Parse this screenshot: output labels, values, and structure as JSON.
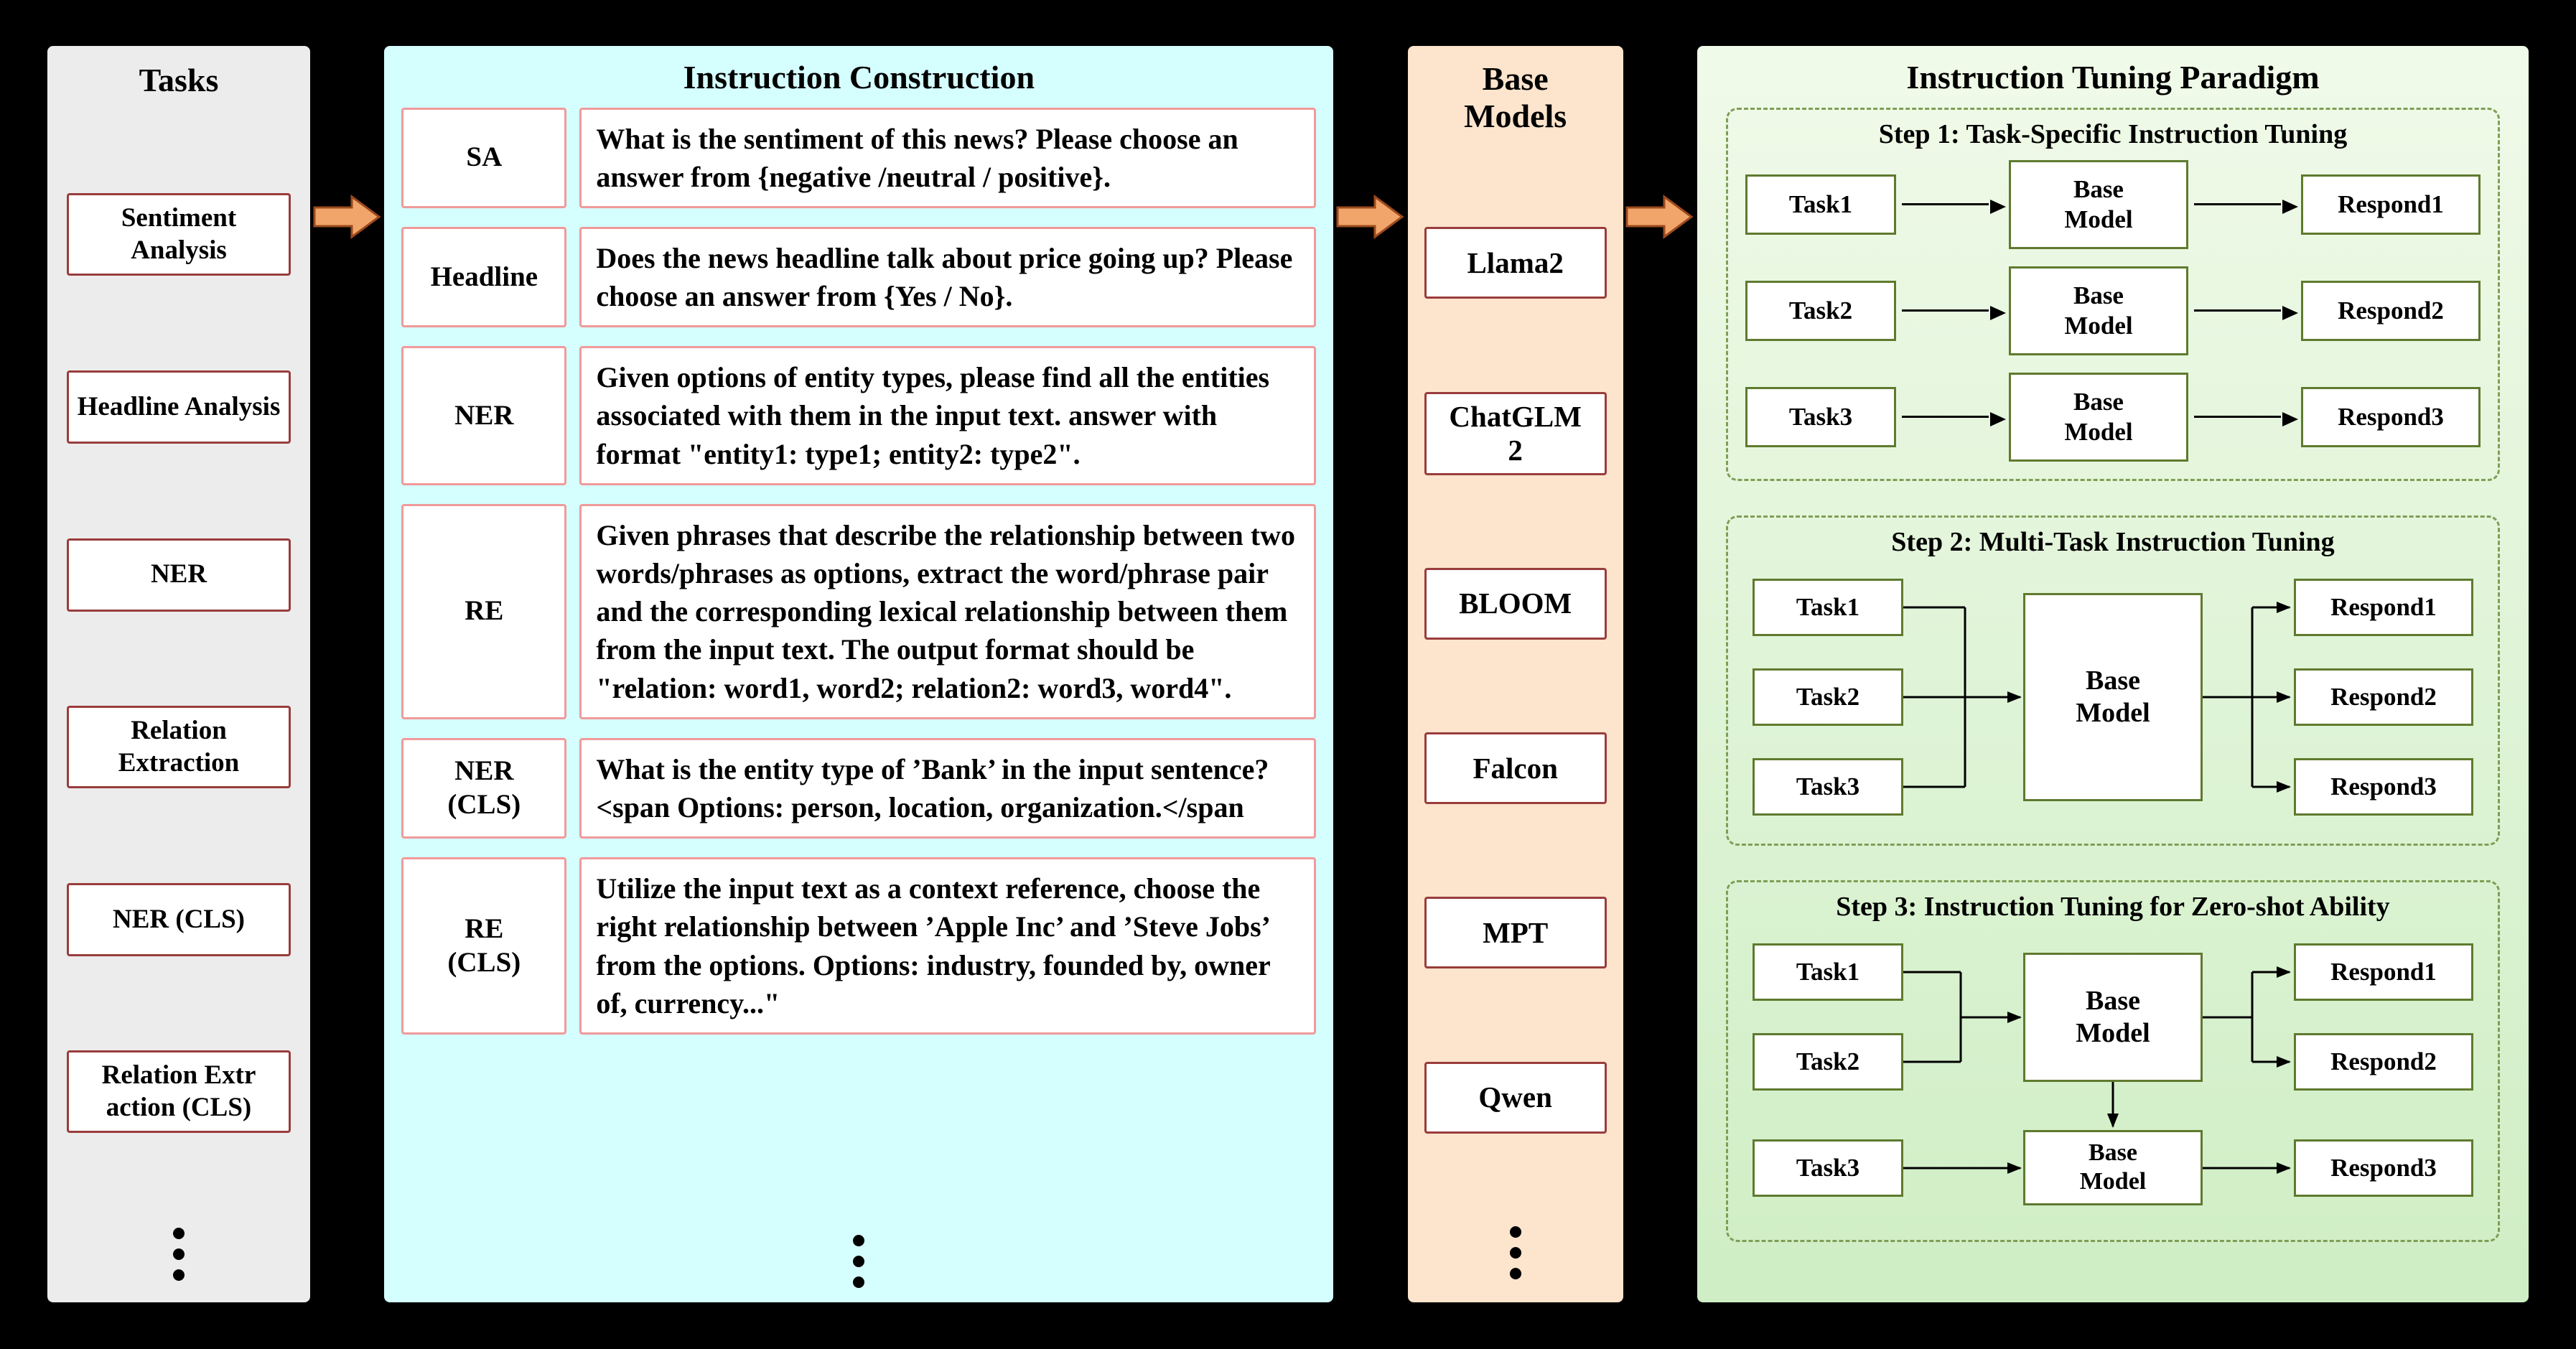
{
  "tasks": {
    "title": "Tasks",
    "items": [
      "Sentiment Analysis",
      "Headline Analysis",
      "NER",
      "Relation Extraction",
      "NER (CLS)",
      "Relation Extr\naction (CLS)"
    ],
    "ellipsis": "⋮"
  },
  "instruction": {
    "title": "Instruction Construction",
    "rows": [
      {
        "label": "SA",
        "text": "What is the sentiment of this news? Please choose an answer from {negative /neutral / positive}."
      },
      {
        "label": "Headline",
        "text": "Does the news headline talk about price going up? Please choose an answer from {Yes / No}."
      },
      {
        "label": "NER",
        "text": "Given options of entity types, please find all the entities associated with them in the input text. answer with format \"entity1: type1; entity2: type2\"."
      },
      {
        "label": "RE",
        "text": "Given phrases that describe the relationship between two words/phrases as options, extract the word/phrase pair and the corresponding lexical relationship between them from the input text. The output format should be \"relation: word1, word2; relation2: word3, word4\"."
      },
      {
        "label": "NER\n(CLS)",
        "text": "What is the entity type of ’Bank’ in the input sentence?<span Options: person, location, organization.</span"
      },
      {
        "label": "RE\n(CLS)",
        "text": "Utilize the input text as a context reference, choose the right relationship between ’Apple Inc’ and ’Steve Jobs’ from the options. Options: industry, founded by, owner of, currency...\""
      }
    ],
    "ellipsis": "⋮"
  },
  "base_models": {
    "title": "Base\nModels",
    "items": [
      "Llama2",
      "ChatGLM\n2",
      "BLOOM",
      "Falcon",
      "MPT",
      "Qwen"
    ],
    "ellipsis": "⋮"
  },
  "paradigm": {
    "title": "Instruction Tuning Paradigm",
    "step1": {
      "title": "Step 1: Task-Specific Instruction Tuning",
      "rows": [
        {
          "task": "Task1",
          "model": "Base\nModel",
          "respond": "Respond1"
        },
        {
          "task": "Task2",
          "model": "Base\nModel",
          "respond": "Respond2"
        },
        {
          "task": "Task3",
          "model": "Base\nModel",
          "respond": "Respond3"
        }
      ]
    },
    "step2": {
      "title": "Step 2: Multi-Task Instruction Tuning",
      "tasks": [
        "Task1",
        "Task2",
        "Task3"
      ],
      "model": "Base\nModel",
      "responds": [
        "Respond1",
        "Respond2",
        "Respond3"
      ]
    },
    "step3": {
      "title": "Step 3: Instruction Tuning for Zero-shot Ability",
      "top_tasks": [
        "Task1",
        "Task2"
      ],
      "top_model": "Base\nModel",
      "top_responds": [
        "Respond1",
        "Respond2"
      ],
      "bottom_task": "Task3",
      "bottom_model": "Base\nModel",
      "bottom_respond": "Respond3"
    }
  },
  "colors": {
    "background": "#000000",
    "tasks_panel_bg": "#ececec",
    "tasks_box_border": "#9a3c3c",
    "instruction_panel_bg": "#d5feff",
    "instruction_box_border": "#f09a9a",
    "base_panel_bg": "#fce4cd",
    "paradigm_panel_bg": "#ddf4d4",
    "paradigm_dash_border": "#7f9e55",
    "paradigm_box_border": "#5f7a2e",
    "flow_arrow_fill": "#f2a56a",
    "flow_arrow_stroke": "#9c4a1e"
  }
}
